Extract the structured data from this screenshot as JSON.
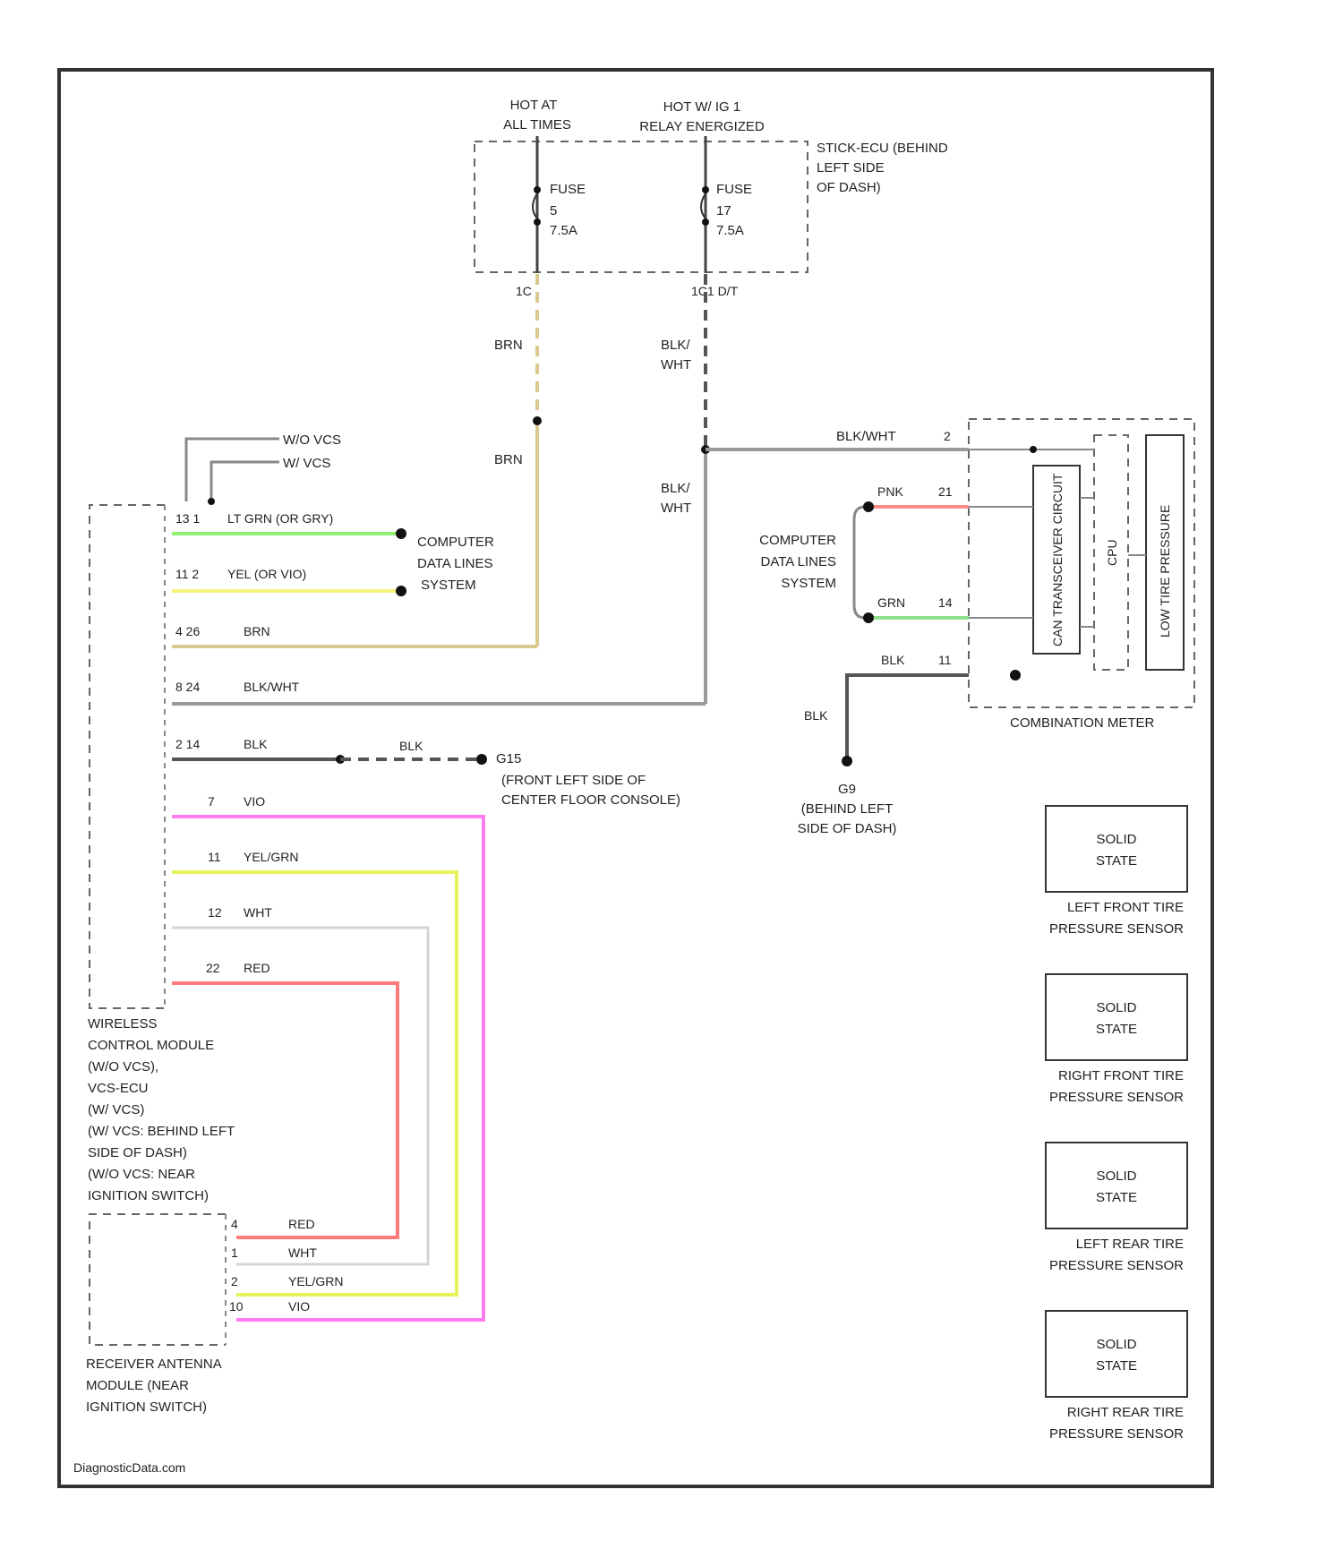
{
  "colors": {
    "background": "#ffffff",
    "frame": "#333333",
    "wire_ltgrn": "#90ee70",
    "wire_yel": "#f4f47a",
    "wire_brn": "#d9c98f",
    "wire_gray": "#9a9a9a",
    "wire_blk": "#555555",
    "wire_vio": "#ff7cf0",
    "wire_yelgrn": "#e4f45a",
    "wire_wht": "#d4d4d4",
    "wire_red": "#ff7b7b",
    "wire_pnk": "#ff8a8a",
    "wire_grn": "#8fe08f"
  },
  "power": {
    "hot_at_all_times": [
      "HOT AT",
      "ALL TIMES"
    ],
    "hot_run": [
      "HOT W/ IG 1",
      "RELAY ENERGIZED"
    ],
    "fuse_left": [
      "FUSE",
      "5",
      "7.5A"
    ],
    "fuse_right": [
      "FUSE",
      "17",
      "7.5A"
    ],
    "junction_label": [
      "STICK-ECU (BEHIND",
      "LEFT SIDE",
      "OF DASH)"
    ],
    "pin_left": "1C",
    "pin_right": "1C1 D/T"
  },
  "wires": {
    "brn_upper": "BRN",
    "brn_lower": "BRN",
    "blkwht_upper": [
      "BLK/",
      "WHT"
    ],
    "blkwht_lower": [
      "BLK/",
      "WHT"
    ],
    "blkwht_h": "BLK/WHT",
    "blk_ground": "BLK",
    "blk_meter": "BLK",
    "blk_meter_v": "BLK",
    "pnk": "PNK",
    "grn": "GRN"
  },
  "options": {
    "with_vcs": "W/O VCS",
    "w_vcs": "W/ VCS"
  },
  "module": {
    "label": [
      "WIRELESS",
      "CONTROL MODULE",
      "(W/O VCS),",
      "VCS-ECU",
      "(W/ VCS)",
      "(W/ VCS: BEHIND LEFT",
      "SIDE OF DASH)",
      "(W/O VCS: NEAR",
      "IGNITION SWITCH)"
    ],
    "pins": [
      {
        "pins": "13    1",
        "wire": "LT GRN    (OR GRY)"
      },
      {
        "pins": "11    2",
        "wire": "YEL    (OR VIO)"
      },
      {
        "pins": "4    26",
        "wire": "BRN"
      },
      {
        "pins": "8    24",
        "wire": "BLK/WHT"
      },
      {
        "pins": "2    14",
        "wire": "BLK"
      },
      {
        "pins": "7",
        "wire": "VIO"
      },
      {
        "pins": "11",
        "wire": "YEL/GRN"
      },
      {
        "pins": "12",
        "wire": "WHT"
      },
      {
        "pins": "22",
        "wire": "RED"
      }
    ]
  },
  "data_lines_left": [
    "COMPUTER",
    "DATA LINES",
    "SYSTEM"
  ],
  "data_lines_right": [
    "COMPUTER",
    "DATA LINES",
    "SYSTEM"
  ],
  "ground_left": {
    "id": "G15",
    "label": [
      "(FRONT LEFT SIDE OF",
      "CENTER FLOOR CONSOLE)"
    ],
    "wire": "BLK"
  },
  "ground_right": {
    "id": "G9",
    "label": [
      "(BEHIND LEFT",
      "SIDE OF DASH)"
    ]
  },
  "meter": {
    "label": "COMBINATION METER",
    "pin_blkwht": "2",
    "pin_pnk": "21",
    "pin_grn": "14",
    "pin_blk": "11",
    "circuit_can": "CAN TRANSCEIVER CIRCUIT",
    "circuit_cpu": "CPU",
    "circuit_tire": "LOW TIRE PRESSURE"
  },
  "receiver": {
    "label": [
      "RECEIVER ANTENNA",
      "MODULE (NEAR",
      "IGNITION SWITCH)"
    ],
    "pins": [
      {
        "pin": "4",
        "wire": "RED"
      },
      {
        "pin": "1",
        "wire": "WHT"
      },
      {
        "pin": "2",
        "wire": "YEL/GRN"
      },
      {
        "pin": "10",
        "wire": "VIO"
      }
    ]
  },
  "sensors": [
    {
      "state": [
        "SOLID",
        "STATE"
      ],
      "label": [
        "LEFT FRONT TIRE",
        "PRESSURE SENSOR"
      ]
    },
    {
      "state": [
        "SOLID",
        "STATE"
      ],
      "label": [
        "RIGHT FRONT TIRE",
        "PRESSURE SENSOR"
      ]
    },
    {
      "state": [
        "SOLID",
        "STATE"
      ],
      "label": [
        "LEFT REAR TIRE",
        "PRESSURE SENSOR"
      ]
    },
    {
      "state": [
        "SOLID",
        "STATE"
      ],
      "label": [
        "RIGHT REAR TIRE",
        "PRESSURE SENSOR"
      ]
    }
  ],
  "watermark": "DiagnosticData.com"
}
